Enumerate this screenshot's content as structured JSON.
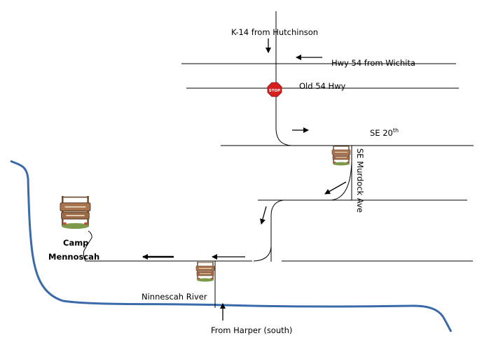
{
  "map": {
    "labels": {
      "k14": "K-14 from Hutchinson",
      "hwy54": "Hwy 54 from Wichita",
      "old54": "Old 54 Hwy",
      "se20_base": "SE 20",
      "se20_sup": "th",
      "murdock": "SE Murdock Ave",
      "camp_line1": "Camp",
      "camp_line2": "Mennoscah",
      "river": "Ninnescah River",
      "from_harper": "From Harper (south)",
      "stop": "STOP"
    },
    "colors": {
      "river": "#3b6aa8",
      "stop_sign": "#d6201f",
      "road": "#000000",
      "sign_wood": "#8a5a3c"
    },
    "icons": [
      "stop-sign-icon",
      "camp-sign-icon",
      "arrow-icon"
    ]
  }
}
